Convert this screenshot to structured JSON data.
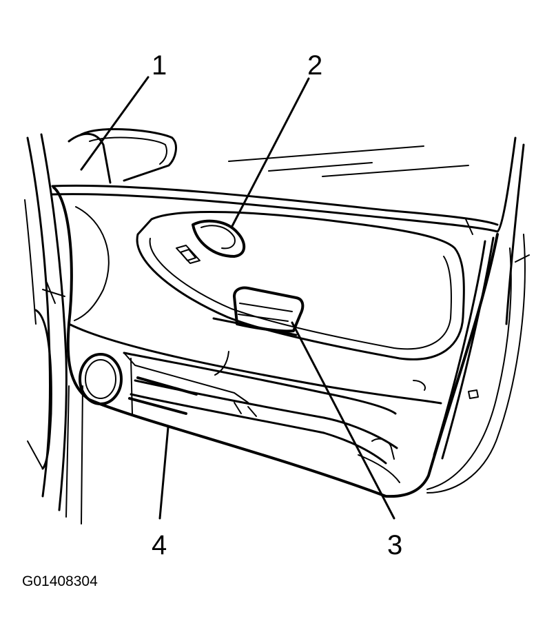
{
  "figure_id": "G01408304",
  "callouts": [
    {
      "number": "1"
    },
    {
      "number": "2"
    },
    {
      "number": "3"
    },
    {
      "number": "4"
    }
  ]
}
